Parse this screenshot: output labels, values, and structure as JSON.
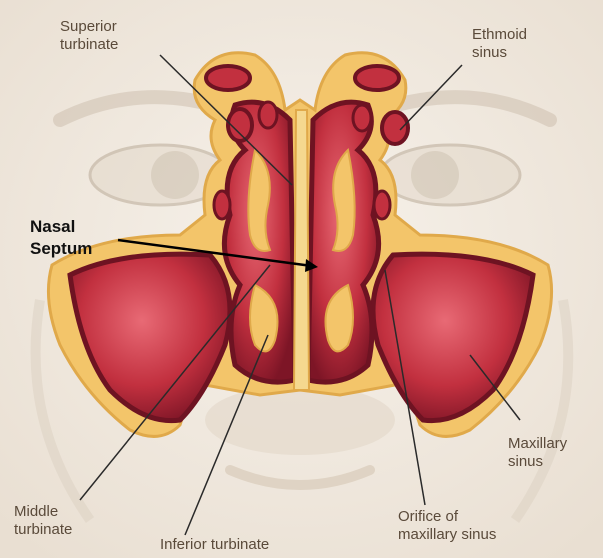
{
  "labels": {
    "superior_turbinate": [
      "Superior",
      "turbinate"
    ],
    "ethmoid_sinus": [
      "Ethmoid",
      "sinus"
    ],
    "nasal_septum": [
      "Nasal",
      "Septum"
    ],
    "maxillary_sinus": [
      "Maxillary",
      "sinus"
    ],
    "middle_turbinate": [
      "Middle",
      "turbinate"
    ],
    "inferior_turbinate": "Inferior turbinate",
    "orifice_maxillary_sinus": [
      "Orifice of",
      "maxillary sinus"
    ]
  },
  "colors": {
    "skin_background": "#f1ebe2",
    "bone_yellow": "#f3c56a",
    "sinus_red": "#c2303f",
    "sinus_dark": "#6e1322",
    "sinus_highlight": "#e86a75",
    "leader_line": "#2a2a2a"
  }
}
